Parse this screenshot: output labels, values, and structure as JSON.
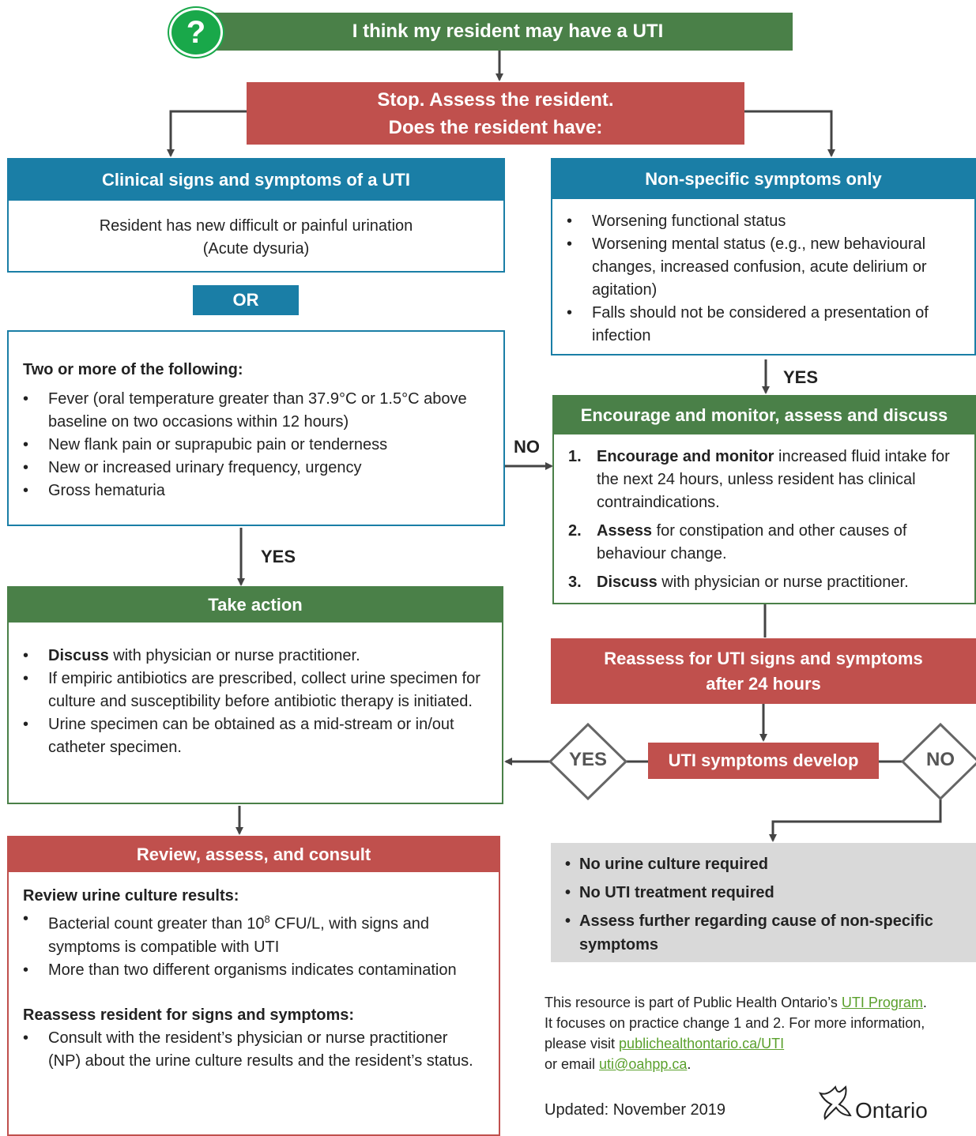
{
  "title": "I think my resident may have a UTI",
  "question_mark": "?",
  "stop": {
    "line1": "Stop. Assess the resident.",
    "line2": "Does the resident have:"
  },
  "clinical": {
    "header": "Clinical signs and symptoms of a UTI",
    "text_line1": "Resident has new difficult or painful urination",
    "text_line2": "(Acute dysuria)"
  },
  "or_label": "OR",
  "two_or_more": {
    "heading": "Two or more of the following:",
    "items": [
      "Fever (oral temperature greater than 37.9°C or 1.5°C above baseline on two occasions within 12 hours)",
      "New flank pain or suprapubic pain or tenderness",
      "New or increased urinary frequency, urgency",
      "Gross hematuria"
    ]
  },
  "nonspecific": {
    "header": "Non-specific symptoms only",
    "items": [
      "Worsening functional status",
      "Worsening mental status (e.g., new behavioural changes, increased confusion, acute delirium or agitation)",
      "Falls should not be considered a presentation of infection"
    ]
  },
  "labels": {
    "yes": "YES",
    "no": "NO"
  },
  "encourage": {
    "header": "Encourage and monitor, assess and discuss",
    "steps": [
      {
        "num": "1.",
        "bold": "Encourage and monitor",
        "rest": " increased fluid intake for the next 24 hours, unless resident has clinical contraindications."
      },
      {
        "num": "2.",
        "bold": "Assess",
        "rest": " for constipation and other causes of behaviour change."
      },
      {
        "num": "3.",
        "bold": "Discuss",
        "rest": " with physician or nurse practitioner."
      }
    ]
  },
  "take_action": {
    "header": "Take action",
    "items": [
      {
        "bold": "Discuss",
        "rest": " with physician or nurse practitioner."
      },
      {
        "bold": "",
        "rest": "If empiric antibiotics are prescribed, collect urine specimen for culture and susceptibility before antibiotic therapy is initiated."
      },
      {
        "bold": "",
        "rest": "Urine specimen can be obtained as a mid-stream or in/out catheter specimen."
      }
    ]
  },
  "reassess": {
    "line1": "Reassess for UTI signs and symptoms",
    "line2": "after 24 hours"
  },
  "uti_develop": "UTI symptoms develop",
  "diamond_yes": "YES",
  "diamond_no": "NO",
  "no_outcome": {
    "items": [
      "No urine culture required",
      "No UTI treatment required",
      "Assess further regarding cause of non-specific symptoms"
    ]
  },
  "review": {
    "header": "Review, assess, and consult",
    "sub1": "Review urine culture results:",
    "items1_a_pre": "Bacterial count greater than 10",
    "items1_a_sup": "8",
    "items1_a_post": " CFU/L, with signs and symptoms is compatible with UTI",
    "items1_b": "More than two different organisms indicates contamination",
    "sub2": "Reassess resident for signs and symptoms:",
    "items2_a": "Consult with the resident’s physician or nurse practitioner (NP) about the urine culture results and the resident’s status."
  },
  "footer": {
    "l1_pre": "This resource is part of Public Health Ontario’s ",
    "l1_link": "UTI Program",
    "l1_post": ".",
    "l2": "It focuses on practice change 1 and 2. For more information,",
    "l3_pre": "please visit ",
    "l3_link": "publichealthontario.ca/UTI",
    "l4_pre": "or email ",
    "l4_link": "uti@oahpp.ca",
    "l4_post": ".",
    "updated": "Updated: November 2019",
    "logo_text": "Ontario"
  },
  "colors": {
    "green": "#4a8048",
    "blue": "#1a7ea6",
    "red": "#c0504d",
    "gray": "#d9d9d9",
    "link": "#5aa02c"
  }
}
